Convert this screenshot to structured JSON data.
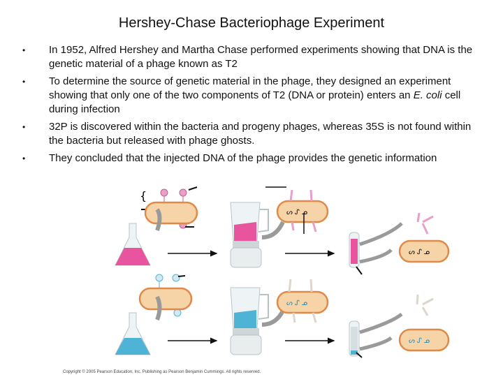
{
  "slide": {
    "title": "Hershey-Chase Bacteriophage Experiment",
    "bullets": [
      {
        "text": "In 1952, Alfred Hershey and Martha Chase performed experiments showing that DNA is the genetic material of a phage known as T2"
      },
      {
        "text_before": "To determine the source of genetic material in the phage, they designed an experiment showing that only one of the two components of T2 (DNA or protein) enters an ",
        "italic": "E. coli",
        "text_after": " cell during infection"
      },
      {
        "text": "32P is discovered within the bacteria and progeny phages, whereas 35S is not found within the bacteria but released with phage ghosts."
      },
      {
        "text": "They concluded that the injected DNA of the phage provides the genetic information"
      }
    ],
    "bullet_glyph": "•",
    "copyright": "Copyright © 2005 Pearson Education, Inc. Publishing as Pearson Benjamin Cummings. All rights reserved."
  },
  "colors": {
    "radioactive_protein": "#e8559e",
    "radioactive_dna": "#4fb3d6",
    "bacterium_fill": "#f7d3a8",
    "bacterium_edge": "#e08a4a",
    "arrow_gray": "#9a9a9a"
  }
}
